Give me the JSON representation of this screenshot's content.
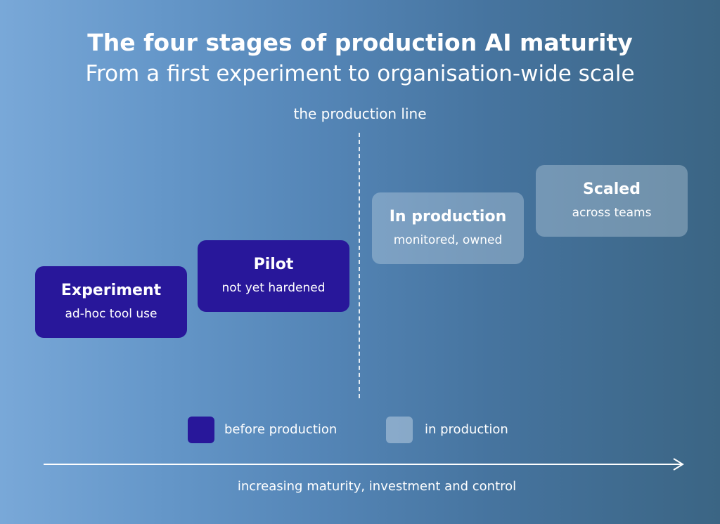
{
  "header": {
    "title": "The four stages of production AI maturity",
    "subtitle": "From a first experiment to organisation-wide scale"
  },
  "divider": {
    "label": "the production line"
  },
  "stages": [
    {
      "name": "Experiment",
      "description": "ad-hoc tool use",
      "group": "before production"
    },
    {
      "name": "Pilot",
      "description": "not yet hardened",
      "group": "before production"
    },
    {
      "name": "In production",
      "description": "monitored, owned",
      "group": "in production"
    },
    {
      "name": "Scaled",
      "description": "across teams",
      "group": "in production"
    }
  ],
  "legend": {
    "before": "before production",
    "after": "in production"
  },
  "axis": {
    "label": "increasing maturity, investment and control"
  },
  "colors": {
    "before_production": "#28179a",
    "in_production": "#9fb8cf",
    "background_start": "#79a8d8",
    "background_end": "#3b6584"
  },
  "icons": {
    "axis_arrow": "arrow-right-icon"
  }
}
